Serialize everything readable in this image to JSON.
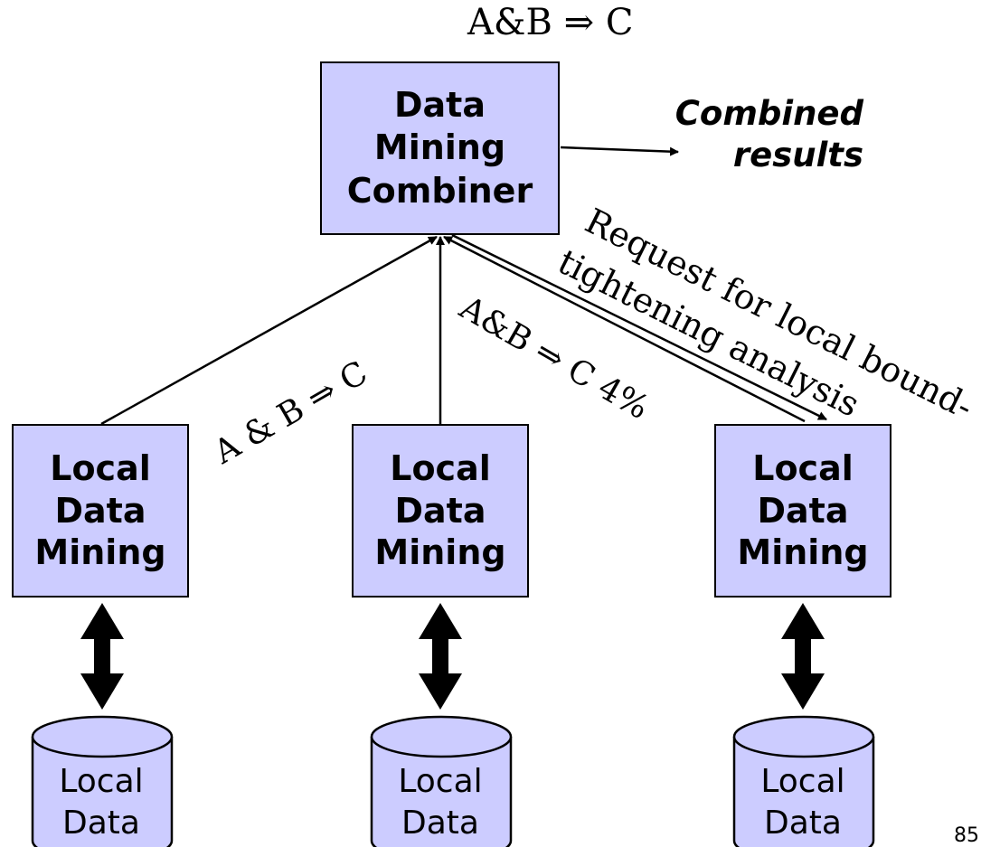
{
  "diagram": {
    "top_rule": "A&B ⇒ C",
    "combiner_label": "Data\nMining\nCombiner",
    "combined_results": "Combined\nresults",
    "request_label_line1": "Request for local bound-",
    "request_label_line2": "tightening analysis",
    "edge_label_left": "A & B ⇒ C",
    "edge_label_right": "A&B ⇒ C 4%",
    "local_mining": [
      {
        "label": "Local\nData\nMining"
      },
      {
        "label": "Local\nData\nMining"
      },
      {
        "label": "Local\nData\nMining"
      }
    ],
    "local_data": [
      {
        "label": "Local\nData"
      },
      {
        "label": "Local\nData"
      },
      {
        "label": "Local\nData"
      }
    ],
    "box_fill": "#ccccff",
    "page_number": "85"
  }
}
